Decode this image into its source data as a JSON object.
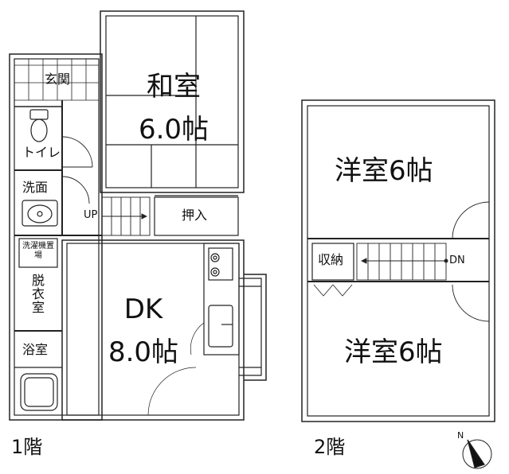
{
  "floor1": {
    "label": "1階",
    "rooms": {
      "washitsu": "和室",
      "washitsu_size": "6.0帖",
      "genkan": "玄関",
      "toilet": "トイレ",
      "senmen": "洗面",
      "up": "UP",
      "oshiire": "押入",
      "sentakuki": "洗濯機置場",
      "datsuishitsu": "脱衣室",
      "yokushitsu": "浴室",
      "dk": "DK",
      "dk_size": "8.0帖"
    }
  },
  "floor2": {
    "label": "2階",
    "rooms": {
      "youshitsu_upper": "洋室6帖",
      "youshitsu_lower": "洋室6帖",
      "shuunou": "収納",
      "dn": "DN"
    }
  },
  "compass": {
    "north": "N"
  }
}
